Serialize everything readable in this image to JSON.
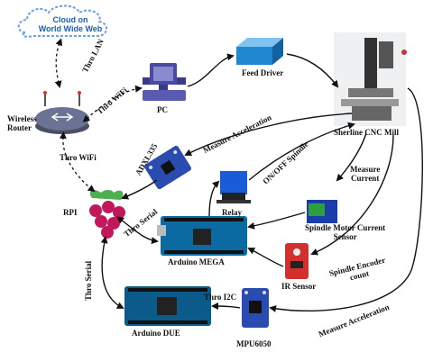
{
  "cloud": {
    "line1": "Cloud on",
    "line2": "World Wide Web"
  },
  "labels": {
    "wireless_router": {
      "line1": "Wireless",
      "line2": "Router"
    },
    "pc": "PC",
    "feed_driver": "Feed Driver",
    "cnc_mill": "Sherline CNC Mill",
    "adxl": "ADXL335",
    "relay": "Relay",
    "rpi": "RPI",
    "arduino_mega": "Arduino MEGA",
    "spindle_sensor": {
      "line1": "Spindle Motor Current",
      "line2": "Sensor"
    },
    "ir_sensor": "IR Sensor",
    "arduino_due": "Arduino DUE",
    "mpu": "MPU6050"
  },
  "edges": {
    "thro_lan": "Thro LAN",
    "thro_wifi_pc": "Thro WiFi",
    "thro_wifi_rpi": "Thro WiFi",
    "measure_accel_top": "Measure Acceleration",
    "on_off_spindle": "ON/OFF Spindle",
    "measure_current": {
      "line1": "Measure",
      "line2": "Current"
    },
    "thro_serial_mega": "Thro Serial",
    "thro_serial_due": "Thro Serial",
    "spindle_encoder": {
      "line1": "Spindle Encoder",
      "line2": "count"
    },
    "thro_i2c": "Thro I2C",
    "measure_accel_bottom": "Measure Acceleration"
  }
}
